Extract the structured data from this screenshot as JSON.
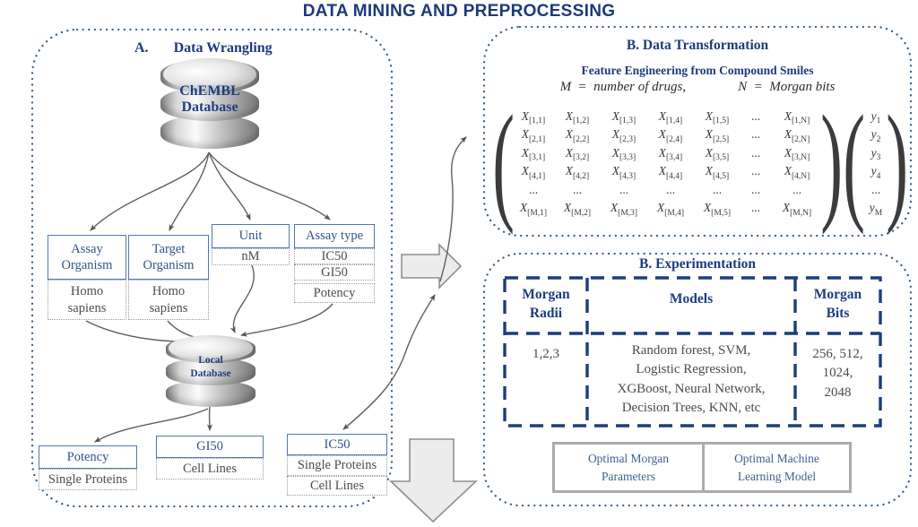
{
  "title": "DATA MINING AND PREPROCESSING",
  "colors": {
    "navy_text": "#1c3979",
    "panel_dot_blue": "#35618e",
    "box_border_blue": "#4f79b0",
    "table_dash_blue": "#1c3d7d",
    "block_arrow_gray": "#ececec"
  },
  "panel_a": {
    "letter": "A.",
    "label": "Data Wrangling",
    "chembl_db": "ChEMBL\nDatabase",
    "local_db": "Local\nDatabase",
    "filters": [
      {
        "title": "Assay\nOrganism",
        "values": [
          "Homo\nsapiens"
        ]
      },
      {
        "title": "Target\nOrganism",
        "values": [
          "Homo\nsapiens"
        ]
      },
      {
        "title": "Unit",
        "values": [
          "nM"
        ]
      },
      {
        "title": "Assay type",
        "values": [
          "IC50",
          "GI50",
          "Potency"
        ]
      }
    ],
    "outputs": [
      {
        "title": "Potency",
        "values": [
          "Single Proteins"
        ]
      },
      {
        "title": "GI50",
        "values": [
          "Cell Lines"
        ]
      },
      {
        "title": "IC50",
        "values": [
          "Single Proteins",
          "Cell Lines"
        ]
      }
    ]
  },
  "panel_b1": {
    "title": "B. Data Transformation",
    "subtitle": "Feature Engineering from Compound Smiles",
    "def_m": "M  =  number of drugs,",
    "def_n": "N  =  Morgan bits",
    "matrix": {
      "rows": [
        [
          "X|[1,1]",
          "X|[1,2]",
          "X|[1,3]",
          "X|[1,4]",
          "X|[1,5]",
          "...",
          "X|[1,N]"
        ],
        [
          "X|[2,1]",
          "X|[2,2]",
          "X|[2,3]",
          "X|[2,4]",
          "X|[2,5]",
          "...",
          "X|[2,N]"
        ],
        [
          "X|[3,1]",
          "X|[3,2]",
          "X|[3,3]",
          "X|[3,4]",
          "X|[3,5]",
          "...",
          "X|[3,N]"
        ],
        [
          "X|[4,1]",
          "X|[4,2]",
          "X|[4,3]",
          "X|[4,4]",
          "X|[4,5]",
          "...",
          "X|[4,N]"
        ],
        [
          "...",
          "...",
          "...",
          "...",
          "...",
          "...",
          "..."
        ],
        [
          "X|[M,1]",
          "X|[M,2]",
          "X|[M,3]",
          "X|[M,4]",
          "X|[M,5]",
          "...",
          "X|[M,N]"
        ]
      ],
      "y": [
        "y|1",
        "y|2",
        "y|3",
        "y|4",
        "...",
        "y|M"
      ]
    }
  },
  "panel_b2": {
    "title": "B. Experimentation",
    "table": {
      "headers": [
        "Morgan\nRadii",
        "Models",
        "Morgan\nBits"
      ],
      "cells": [
        "1,2,3",
        "Random forest, SVM,\nLogistic Regression,\nXGBoost, Neural Network,\nDecision Trees, KNN, etc",
        "256, 512,\n1024,\n2048"
      ]
    },
    "outcomes": [
      "Optimal Morgan\nParameters",
      "Optimal Machine\nLearning Model"
    ]
  }
}
